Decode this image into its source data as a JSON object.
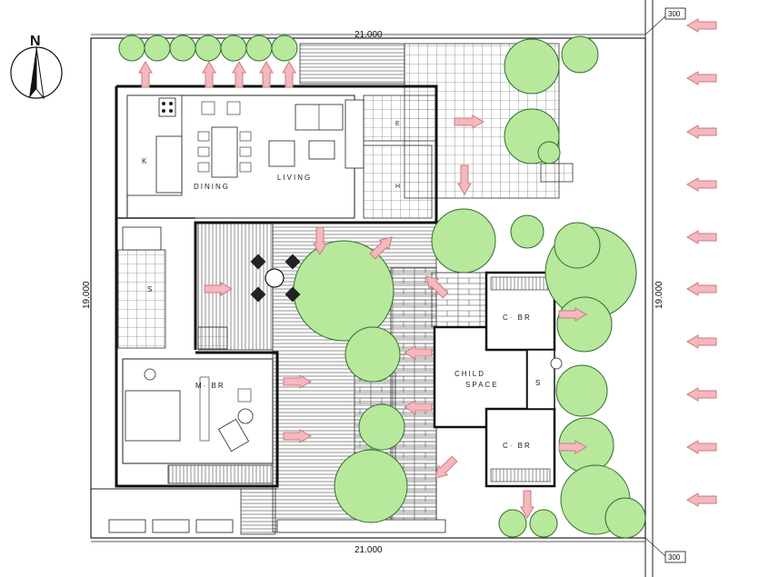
{
  "plan": {
    "north_label": "N",
    "dimensions": {
      "top": "21.000",
      "bottom": "21.000",
      "left": "19.000",
      "right": "19.000",
      "setback_top": "300",
      "setback_bottom": "300"
    },
    "rooms": {
      "kitchen": "K",
      "dining": "DINING",
      "living": "LIVING",
      "master_bedroom": "M· BR",
      "child_space_1": "CHILD",
      "child_space_2": "SPACE",
      "child_bedroom_top": "C· BR",
      "child_bedroom_bottom": "C· BR",
      "bath_s_left": "S",
      "bath_s_right": "S",
      "store_e": "E",
      "store_h": "H"
    },
    "colors": {
      "tree_fill": "#b7e89b",
      "tree_stroke": "#2e6e2e",
      "arrow_fill": "#f4b8bd",
      "line": "#222222"
    }
  }
}
